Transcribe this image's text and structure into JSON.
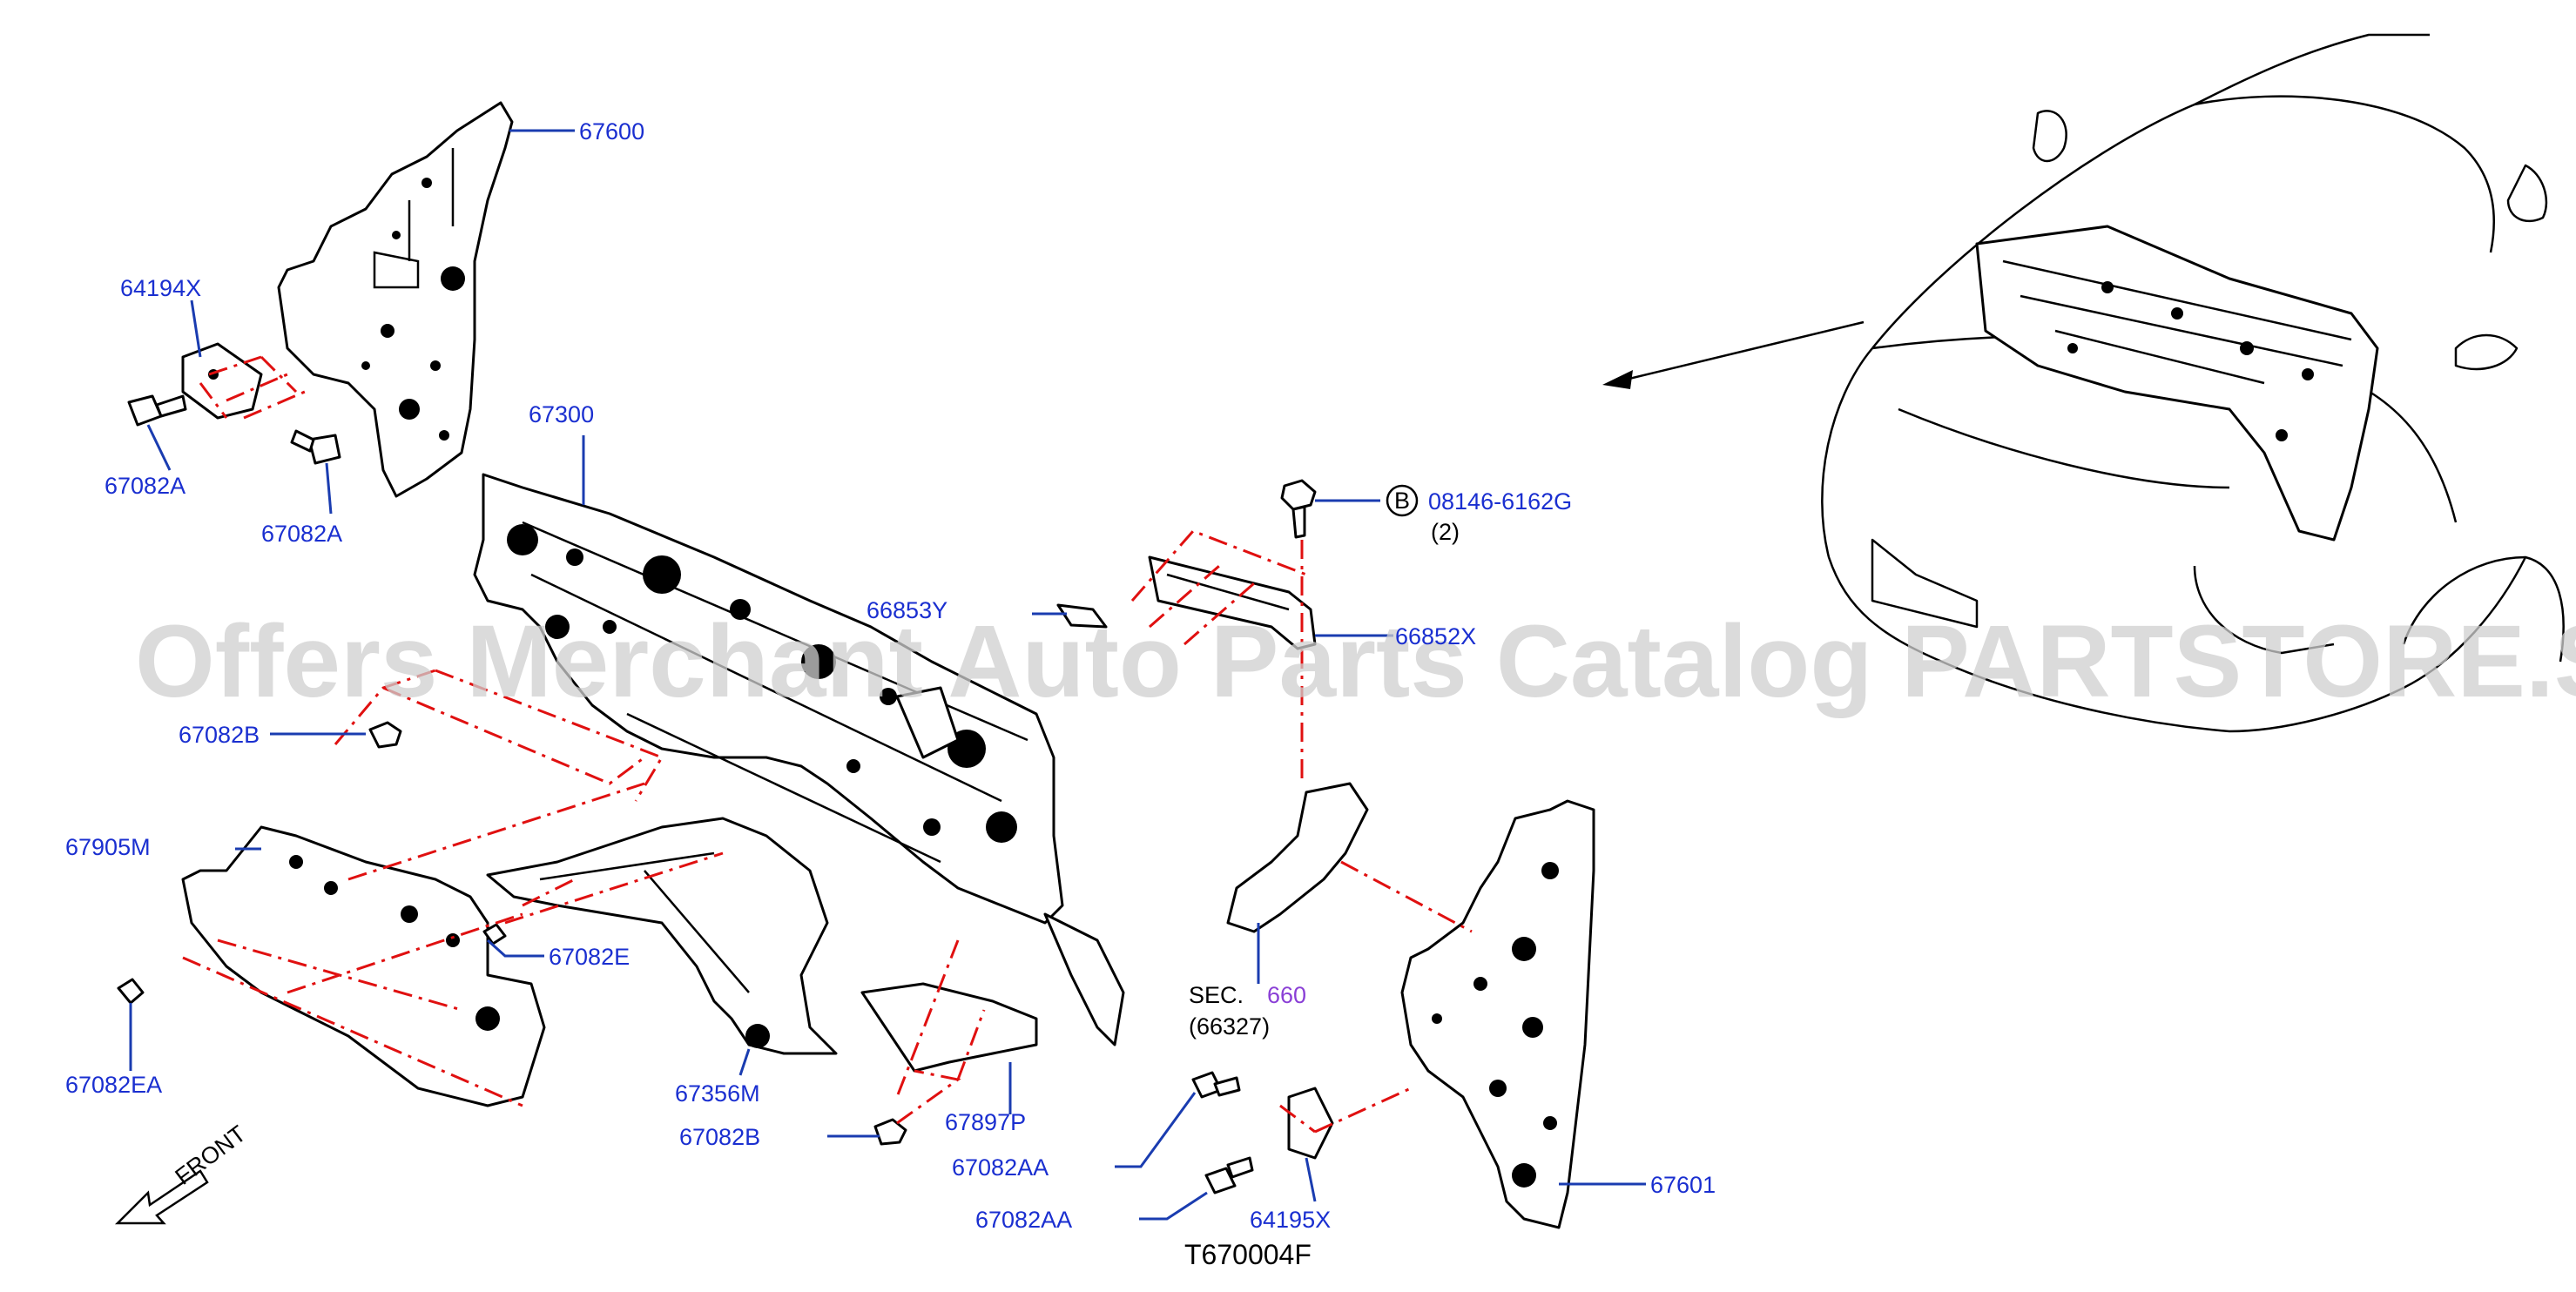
{
  "watermark": "Offers Merchant Auto Parts Catalog PARTSTORE.SA",
  "diagram_code": "T670004F",
  "front_label": "FRONT",
  "parts": [
    {
      "id": "p67600",
      "label": "67600"
    },
    {
      "id": "p64194x",
      "label": "64194X"
    },
    {
      "id": "p67082a_1",
      "label": "67082A"
    },
    {
      "id": "p67082a_2",
      "label": "67082A"
    },
    {
      "id": "p67300",
      "label": "67300"
    },
    {
      "id": "p66853y",
      "label": "66853Y"
    },
    {
      "id": "p66852x",
      "label": "66852X"
    },
    {
      "id": "p67082b_1",
      "label": "67082B"
    },
    {
      "id": "p67905m",
      "label": "67905M"
    },
    {
      "id": "p67082e",
      "label": "67082E"
    },
    {
      "id": "p67082ea",
      "label": "67082EA"
    },
    {
      "id": "p67356m",
      "label": "67356M"
    },
    {
      "id": "p67082b_2",
      "label": "67082B"
    },
    {
      "id": "p67897p",
      "label": "67897P"
    },
    {
      "id": "p67082aa_1",
      "label": "67082AA"
    },
    {
      "id": "p67082aa_2",
      "label": "67082AA"
    },
    {
      "id": "p64195x",
      "label": "64195X"
    },
    {
      "id": "p67601",
      "label": "67601"
    }
  ],
  "bolt_callout": {
    "marker": "B",
    "label": "08146-6162G",
    "qty": "(2)"
  },
  "section_ref": {
    "sec": "SEC.",
    "num": "660",
    "sub": "(66327)"
  }
}
